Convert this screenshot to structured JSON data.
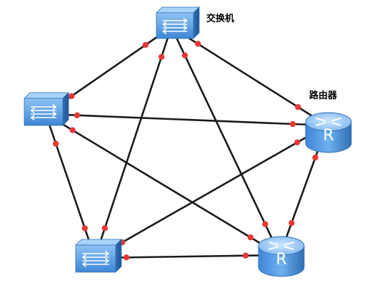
{
  "labels": {
    "switch": "交换机",
    "router": "路由器"
  },
  "router_letter": "R",
  "colors": {
    "link": "#1a1a1a",
    "port": "#e53935",
    "device_body": "#5a9fe0",
    "device_top": "#a9d3fb",
    "device_outline": "#2f6fb2",
    "background": "#ffffff"
  },
  "devices": [
    {
      "id": "sw-top",
      "kind": "switch"
    },
    {
      "id": "sw-left",
      "kind": "switch"
    },
    {
      "id": "sw-bottom",
      "kind": "switch"
    },
    {
      "id": "rt-right",
      "kind": "router"
    },
    {
      "id": "rt-bottom",
      "kind": "router"
    }
  ],
  "links": [
    [
      "sw-top",
      "sw-left"
    ],
    [
      "sw-top",
      "rt-right"
    ],
    [
      "sw-top",
      "sw-bottom"
    ],
    [
      "sw-top",
      "rt-bottom"
    ],
    [
      "sw-left",
      "rt-right"
    ],
    [
      "sw-left",
      "sw-bottom"
    ],
    [
      "sw-left",
      "rt-bottom"
    ],
    [
      "rt-right",
      "sw-bottom"
    ],
    [
      "rt-right",
      "rt-bottom"
    ],
    [
      "sw-bottom",
      "rt-bottom"
    ]
  ]
}
